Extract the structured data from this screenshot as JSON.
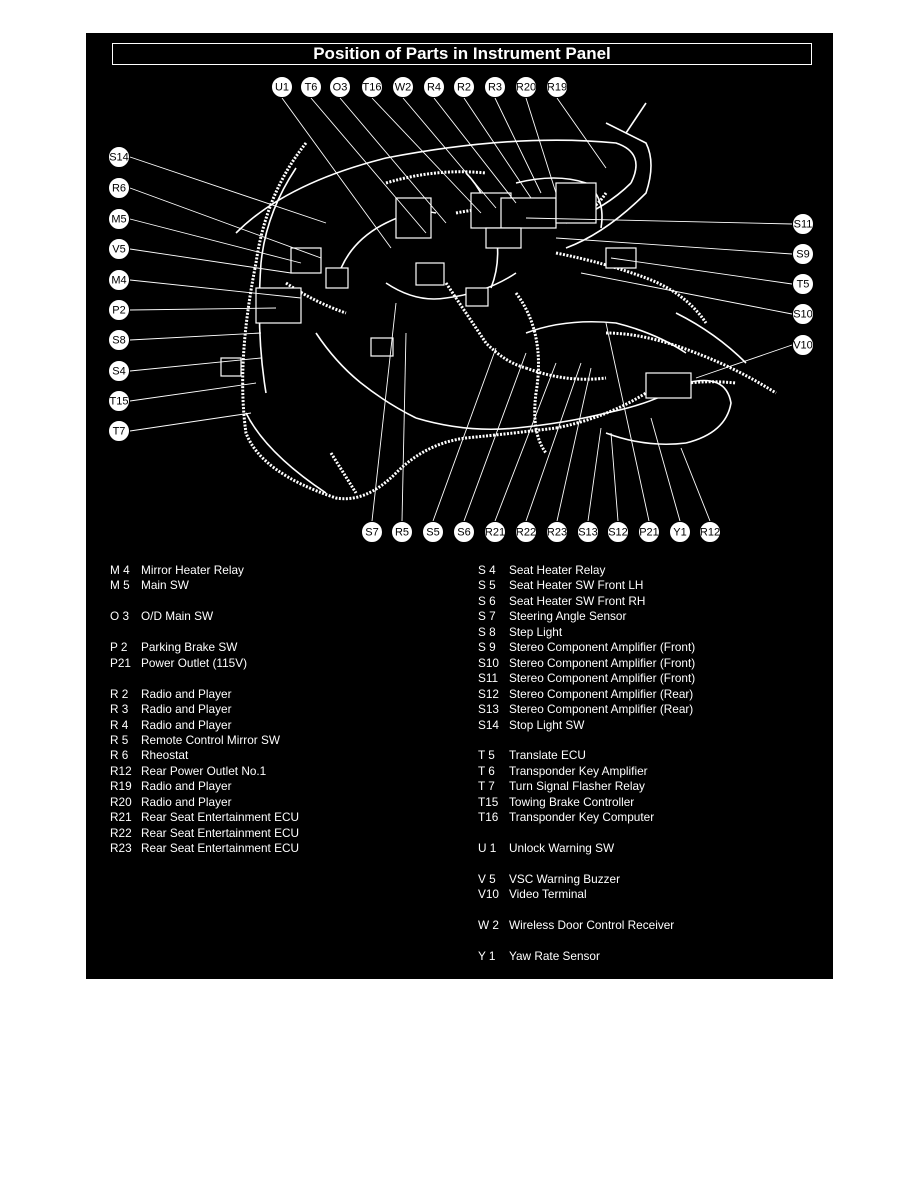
{
  "title": "Position of Parts in Instrument Panel",
  "callouts": {
    "top": [
      "U1",
      "T6",
      "O3",
      "T16",
      "W2",
      "R4",
      "R2",
      "R3",
      "R20",
      "R19"
    ],
    "left": [
      "S14",
      "R6",
      "M5",
      "V5",
      "M4",
      "P2",
      "S8",
      "S4",
      "T15",
      "T7"
    ],
    "right": [
      "S11",
      "S9",
      "T5",
      "S10",
      "V10"
    ],
    "bottom": [
      "S7",
      "R5",
      "S5",
      "S6",
      "R21",
      "R22",
      "R23",
      "S13",
      "S12",
      "P21",
      "Y1",
      "R12"
    ]
  },
  "legend_left": [
    {
      "code": "M 4",
      "name": "Mirror Heater Relay"
    },
    {
      "code": "M 5",
      "name": "Main SW"
    },
    {
      "code": "",
      "name": ""
    },
    {
      "code": "O 3",
      "name": "O/D Main SW"
    },
    {
      "code": "",
      "name": ""
    },
    {
      "code": "P 2",
      "name": "Parking Brake SW"
    },
    {
      "code": "P21",
      "name": "Power Outlet (115V)"
    },
    {
      "code": "",
      "name": ""
    },
    {
      "code": "R 2",
      "name": "Radio and Player"
    },
    {
      "code": "R 3",
      "name": "Radio and Player"
    },
    {
      "code": "R 4",
      "name": "Radio and Player"
    },
    {
      "code": "R 5",
      "name": "Remote Control Mirror SW"
    },
    {
      "code": "R 6",
      "name": "Rheostat"
    },
    {
      "code": "R12",
      "name": "Rear Power Outlet No.1"
    },
    {
      "code": "R19",
      "name": "Radio and Player"
    },
    {
      "code": "R20",
      "name": "Radio and Player"
    },
    {
      "code": "R21",
      "name": "Rear Seat Entertainment ECU"
    },
    {
      "code": "R22",
      "name": "Rear Seat Entertainment ECU"
    },
    {
      "code": "R23",
      "name": "Rear Seat Entertainment ECU"
    }
  ],
  "legend_right": [
    {
      "code": "S 4",
      "name": "Seat Heater Relay"
    },
    {
      "code": "S 5",
      "name": "Seat Heater SW Front LH"
    },
    {
      "code": "S 6",
      "name": "Seat Heater SW Front RH"
    },
    {
      "code": "S 7",
      "name": "Steering Angle Sensor"
    },
    {
      "code": "S 8",
      "name": "Step Light"
    },
    {
      "code": "S 9",
      "name": "Stereo Component Amplifier (Front)"
    },
    {
      "code": "S10",
      "name": "Stereo Component Amplifier (Front)"
    },
    {
      "code": "S11",
      "name": "Stereo Component Amplifier (Front)"
    },
    {
      "code": "S12",
      "name": "Stereo Component Amplifier (Rear)"
    },
    {
      "code": "S13",
      "name": "Stereo Component Amplifier (Rear)"
    },
    {
      "code": "S14",
      "name": "Stop Light SW"
    },
    {
      "code": "",
      "name": ""
    },
    {
      "code": "T 5",
      "name": "Translate ECU"
    },
    {
      "code": "T 6",
      "name": "Transponder Key Amplifier"
    },
    {
      "code": "T 7",
      "name": "Turn Signal Flasher Relay"
    },
    {
      "code": "T15",
      "name": "Towing Brake Controller"
    },
    {
      "code": "T16",
      "name": "Transponder Key Computer"
    },
    {
      "code": "",
      "name": ""
    },
    {
      "code": "U 1",
      "name": "Unlock Warning SW"
    },
    {
      "code": "",
      "name": ""
    },
    {
      "code": "V 5",
      "name": "VSC Warning Buzzer"
    },
    {
      "code": "V10",
      "name": "Video Terminal"
    },
    {
      "code": "",
      "name": ""
    },
    {
      "code": "W 2",
      "name": "Wireless Door Control Receiver"
    },
    {
      "code": "",
      "name": ""
    },
    {
      "code": "Y 1",
      "name": "Yaw Rate Sensor"
    }
  ]
}
